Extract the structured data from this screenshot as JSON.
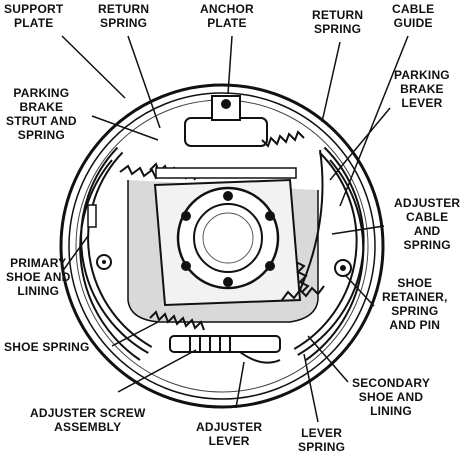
{
  "labels": {
    "support_plate": [
      "SUPPORT",
      "PLATE"
    ],
    "return_spring_left": [
      "RETURN",
      "SPRING"
    ],
    "anchor_plate": [
      "ANCHOR",
      "PLATE"
    ],
    "return_spring_right": [
      "RETURN",
      "SPRING"
    ],
    "cable_guide": [
      "CABLE",
      "GUIDE"
    ],
    "parking_brake_lever": [
      "PARKING",
      "BRAKE",
      "LEVER"
    ],
    "parking_brake_strut": [
      "PARKING",
      "BRAKE",
      "STRUT AND",
      "SPRING"
    ],
    "adjuster_cable": [
      "ADJUSTER",
      "CABLE",
      "AND",
      "SPRING"
    ],
    "primary_shoe": [
      "PRIMARY",
      "SHOE AND",
      "LINING"
    ],
    "shoe_retainer": [
      "SHOE",
      "RETAINER,",
      "SPRING",
      "AND PIN"
    ],
    "shoe_spring": [
      "SHOE SPRING"
    ],
    "secondary_shoe": [
      "SECONDARY",
      "SHOE AND",
      "LINING"
    ],
    "adjuster_screw": [
      "ADJUSTER SCREW",
      "ASSEMBLY"
    ],
    "adjuster_lever": [
      "ADJUSTER",
      "LEVER"
    ],
    "lever_spring": [
      "LEVER",
      "SPRING"
    ]
  },
  "colors": {
    "ink": "#111111",
    "paper": "#ffffff",
    "shade": "#d9d9d9"
  }
}
